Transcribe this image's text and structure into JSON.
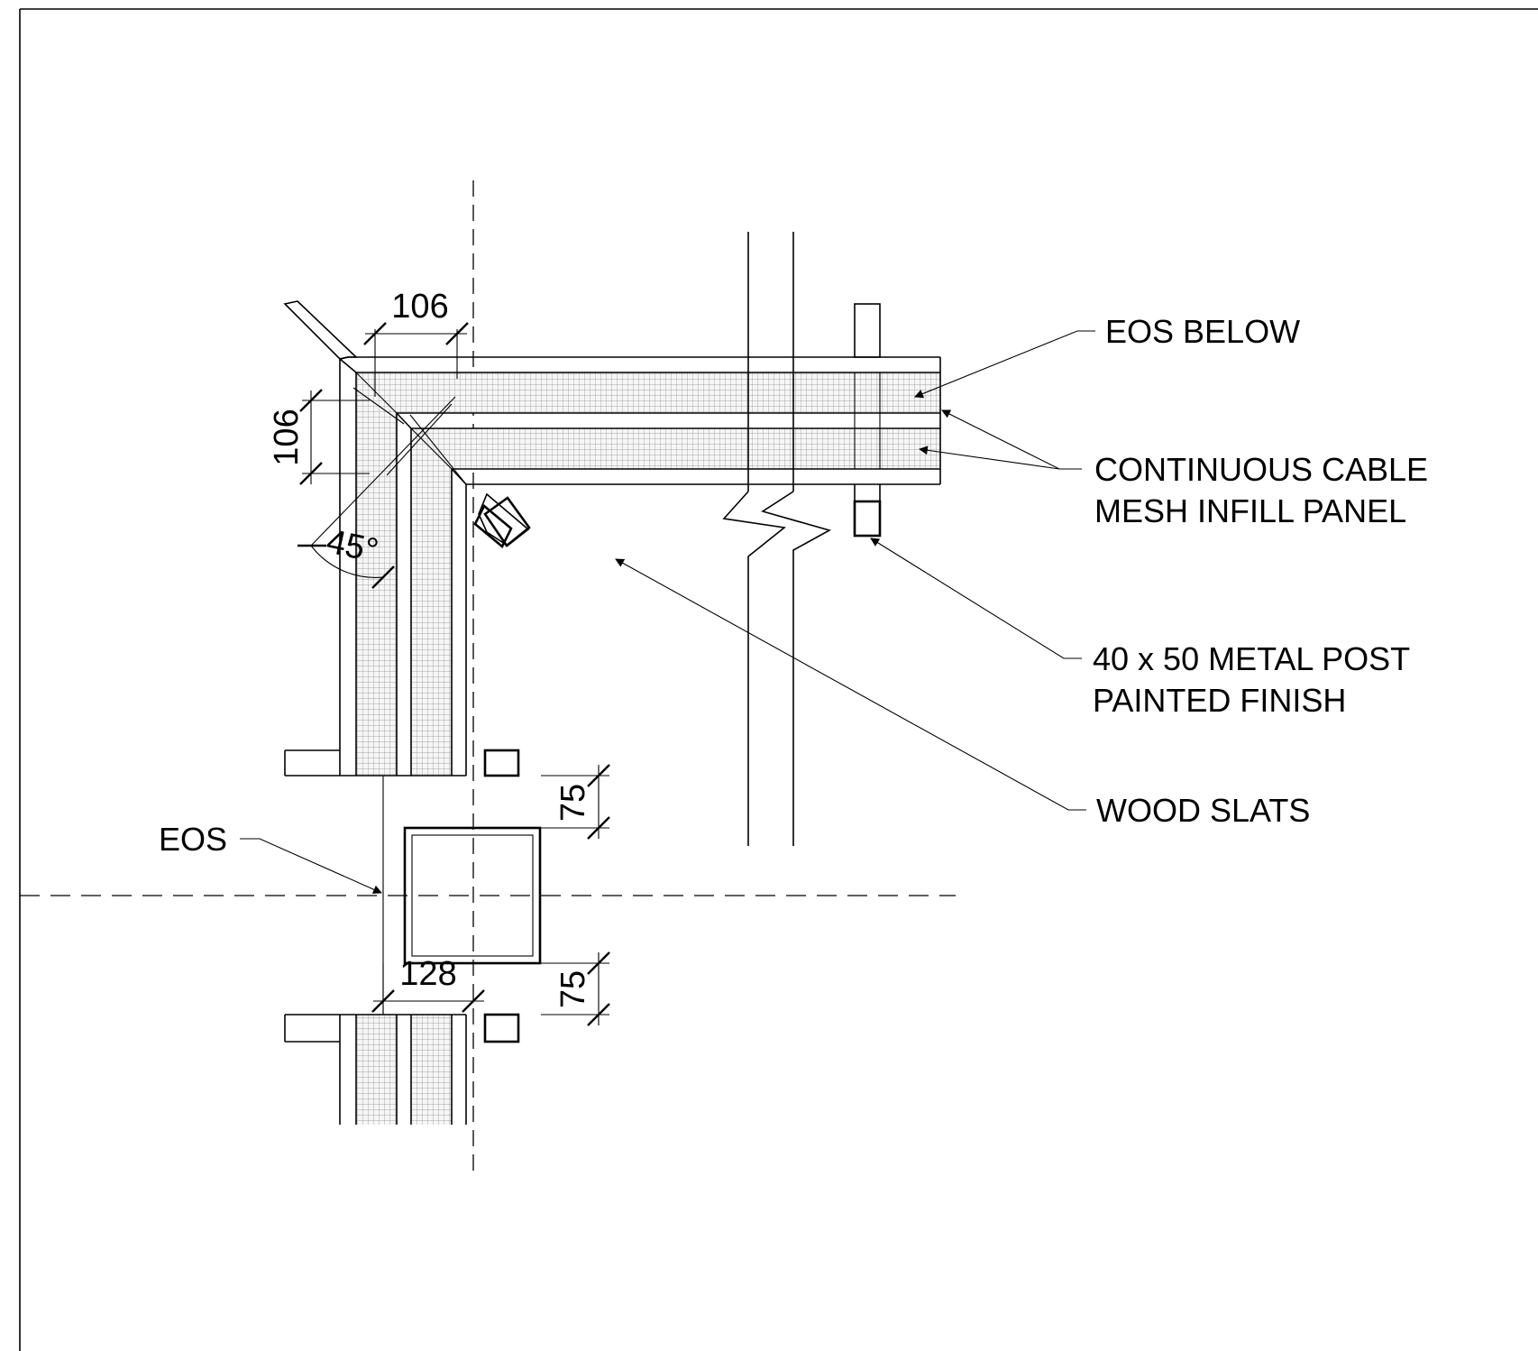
{
  "labels": {
    "eos_below": "EOS BELOW",
    "cable_line1": "CONTINUOUS CABLE",
    "cable_line2": "MESH INFILL PANEL",
    "post_line1": "40 x 50 METAL POST",
    "post_line2": "PAINTED FINISH",
    "wood_slats": "WOOD SLATS",
    "eos": "EOS"
  },
  "dimensions": {
    "top_width": "106",
    "left_height": "106",
    "angle": "45°",
    "post_upper": "75",
    "post_lower": "75",
    "post_width": "128"
  }
}
